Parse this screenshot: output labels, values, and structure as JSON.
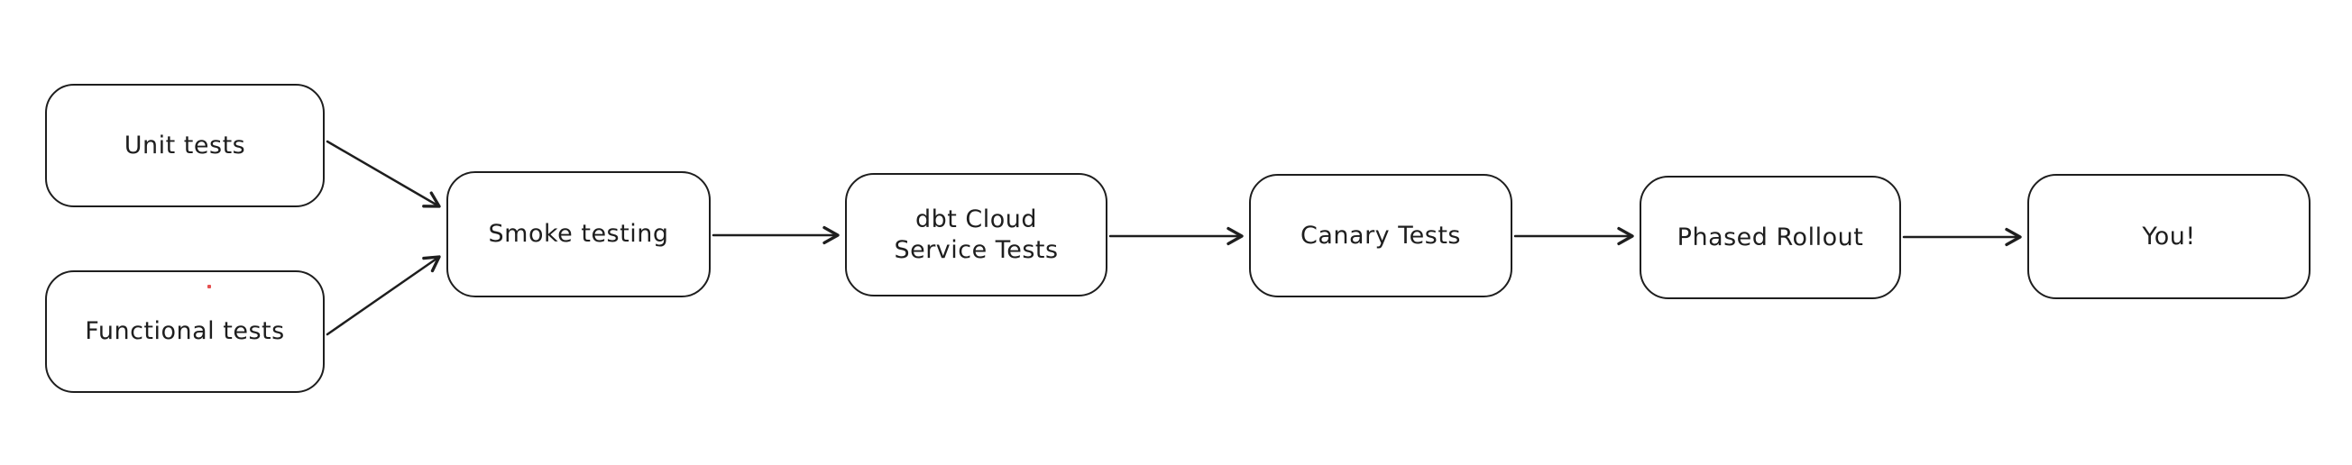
{
  "diagram": {
    "type": "flowchart",
    "background_color": "#ffffff",
    "stroke_color": "#1e1e1e",
    "node_fill_color": "#ffffff",
    "artifact_dot_color": "#e03131",
    "nodes": [
      {
        "id": "unit-tests",
        "label": "Unit tests"
      },
      {
        "id": "functional-tests",
        "label": "Functional tests"
      },
      {
        "id": "smoke-testing",
        "label": "Smoke testing"
      },
      {
        "id": "dbt-cloud-service-tests",
        "label": "dbt Cloud\nService Tests"
      },
      {
        "id": "canary-tests",
        "label": "Canary Tests"
      },
      {
        "id": "phased-rollout",
        "label": "Phased Rollout"
      },
      {
        "id": "you",
        "label": "You!"
      }
    ],
    "edges": [
      {
        "from": "unit-tests",
        "to": "smoke-testing"
      },
      {
        "from": "functional-tests",
        "to": "smoke-testing"
      },
      {
        "from": "smoke-testing",
        "to": "dbt-cloud-service-tests"
      },
      {
        "from": "dbt-cloud-service-tests",
        "to": "canary-tests"
      },
      {
        "from": "canary-tests",
        "to": "phased-rollout"
      },
      {
        "from": "phased-rollout",
        "to": "you"
      }
    ]
  }
}
